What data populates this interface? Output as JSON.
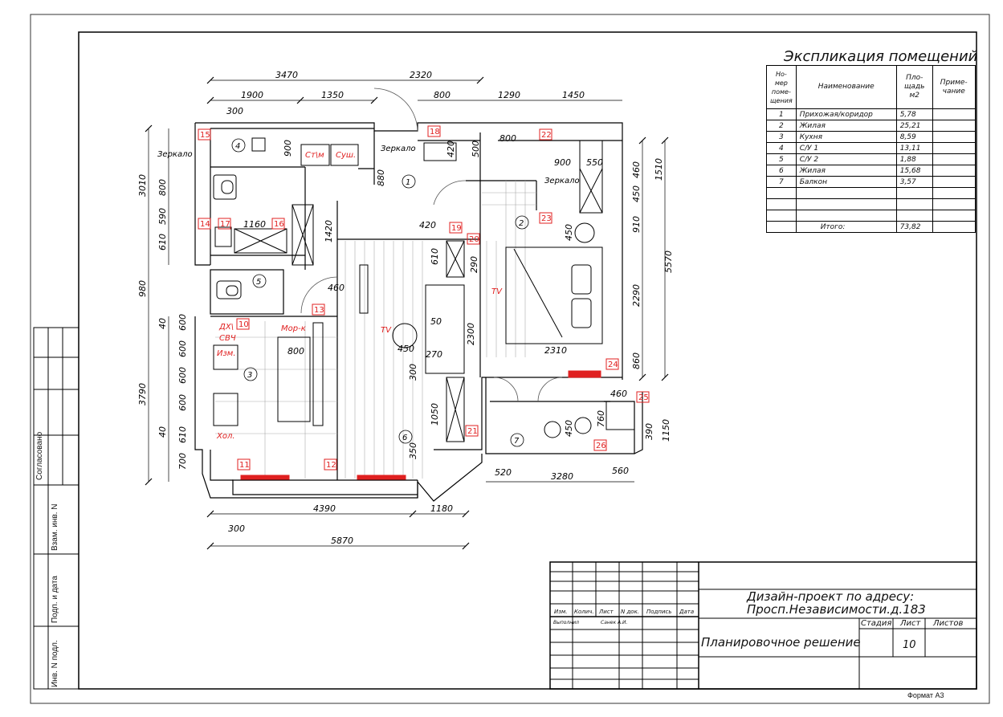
{
  "explication": {
    "title": "Экспликация помещений",
    "headers": {
      "num": "Но-\nмер\nпоме-\nщения",
      "name": "Наименование",
      "area": "Пло-\nщадь\nм2",
      "note": "Приме-\nчание"
    },
    "rows": [
      {
        "num": "1",
        "name": "Прихожая/коридор",
        "area": "5,78"
      },
      {
        "num": "2",
        "name": "Жилая",
        "area": "25,21"
      },
      {
        "num": "3",
        "name": "Кухня",
        "area": "8,59"
      },
      {
        "num": "4",
        "name": "С/У 1",
        "area": "13,11"
      },
      {
        "num": "5",
        "name": "С/У 2",
        "area": "1,88"
      },
      {
        "num": "6",
        "name": "Жилая",
        "area": "15,68"
      },
      {
        "num": "7",
        "name": "Балкон",
        "area": "3,57"
      }
    ],
    "total_label": "Итого:",
    "total_value": "73,82"
  },
  "side_stamp": {
    "agreed": "Согласовано",
    "inv_vzam": "Взам. инв. N",
    "sign_date": "Подп. и дата",
    "inv_orig": "Инв. N подл."
  },
  "title_block": {
    "col_izm": "Изм.",
    "col_kol": "Колич.",
    "col_list": "Лист",
    "col_ndok": "N док.",
    "col_podp": "Подпись",
    "col_data": "Дата",
    "performed": "Выполнил",
    "performer": "Санек А.И.",
    "project_line1": "Дизайн-проект по адресу:",
    "project_line2": "Просп.Независимости.д.183",
    "sheet_title": "Планировочное решение",
    "stage_label": "Стадия",
    "sheet_label": "Лист",
    "sheets_label": "Листов",
    "sheet_number": "10"
  },
  "format": "Формат А3",
  "plan": {
    "dims_top": [
      "3470",
      "2320",
      "1900",
      "1350",
      "800",
      "1290",
      "1450",
      "300"
    ],
    "dims_bottom": [
      "4390",
      "1180",
      "300",
      "5870",
      "520",
      "3280",
      "560"
    ],
    "dims_left": [
      "3010",
      "800",
      "590",
      "610",
      "980",
      "40",
      "600",
      "600",
      "600",
      "3790",
      "600",
      "40",
      "610",
      "700"
    ],
    "dims_right": [
      "1510",
      "460",
      "450",
      "910",
      "5570",
      "2290",
      "860",
      "1150",
      "390"
    ],
    "dims_inner": [
      "900",
      "880",
      "1160",
      "1420",
      "460",
      "800",
      "420",
      "610",
      "290",
      "50",
      "450",
      "2300",
      "270",
      "300",
      "1050",
      "350",
      "2310",
      "800",
      "900",
      "550",
      "500",
      "420",
      "450",
      "460",
      "760",
      "450"
    ],
    "labels": {
      "mirror1": "Зеркало",
      "mirror2": "Зеркало",
      "mirror3": "Зеркало",
      "washer": "Ст\\м",
      "dryer": "Суш.",
      "microwave1": "ДХ\\",
      "microwave2": "СВЧ",
      "dishwasher": "Изм.",
      "fridge": "Хол.",
      "freezer": "Мор-к",
      "tv1": "TV",
      "tv2": "TV"
    },
    "rooms": [
      "1",
      "2",
      "3",
      "4",
      "5",
      "6",
      "7"
    ],
    "markers": [
      "10",
      "11",
      "12",
      "13",
      "14",
      "15",
      "16",
      "17",
      "18",
      "19",
      "20",
      "21",
      "22",
      "23",
      "24",
      "25",
      "26"
    ]
  },
  "colors": {
    "line": "#111111",
    "marker": "#e02020"
  }
}
